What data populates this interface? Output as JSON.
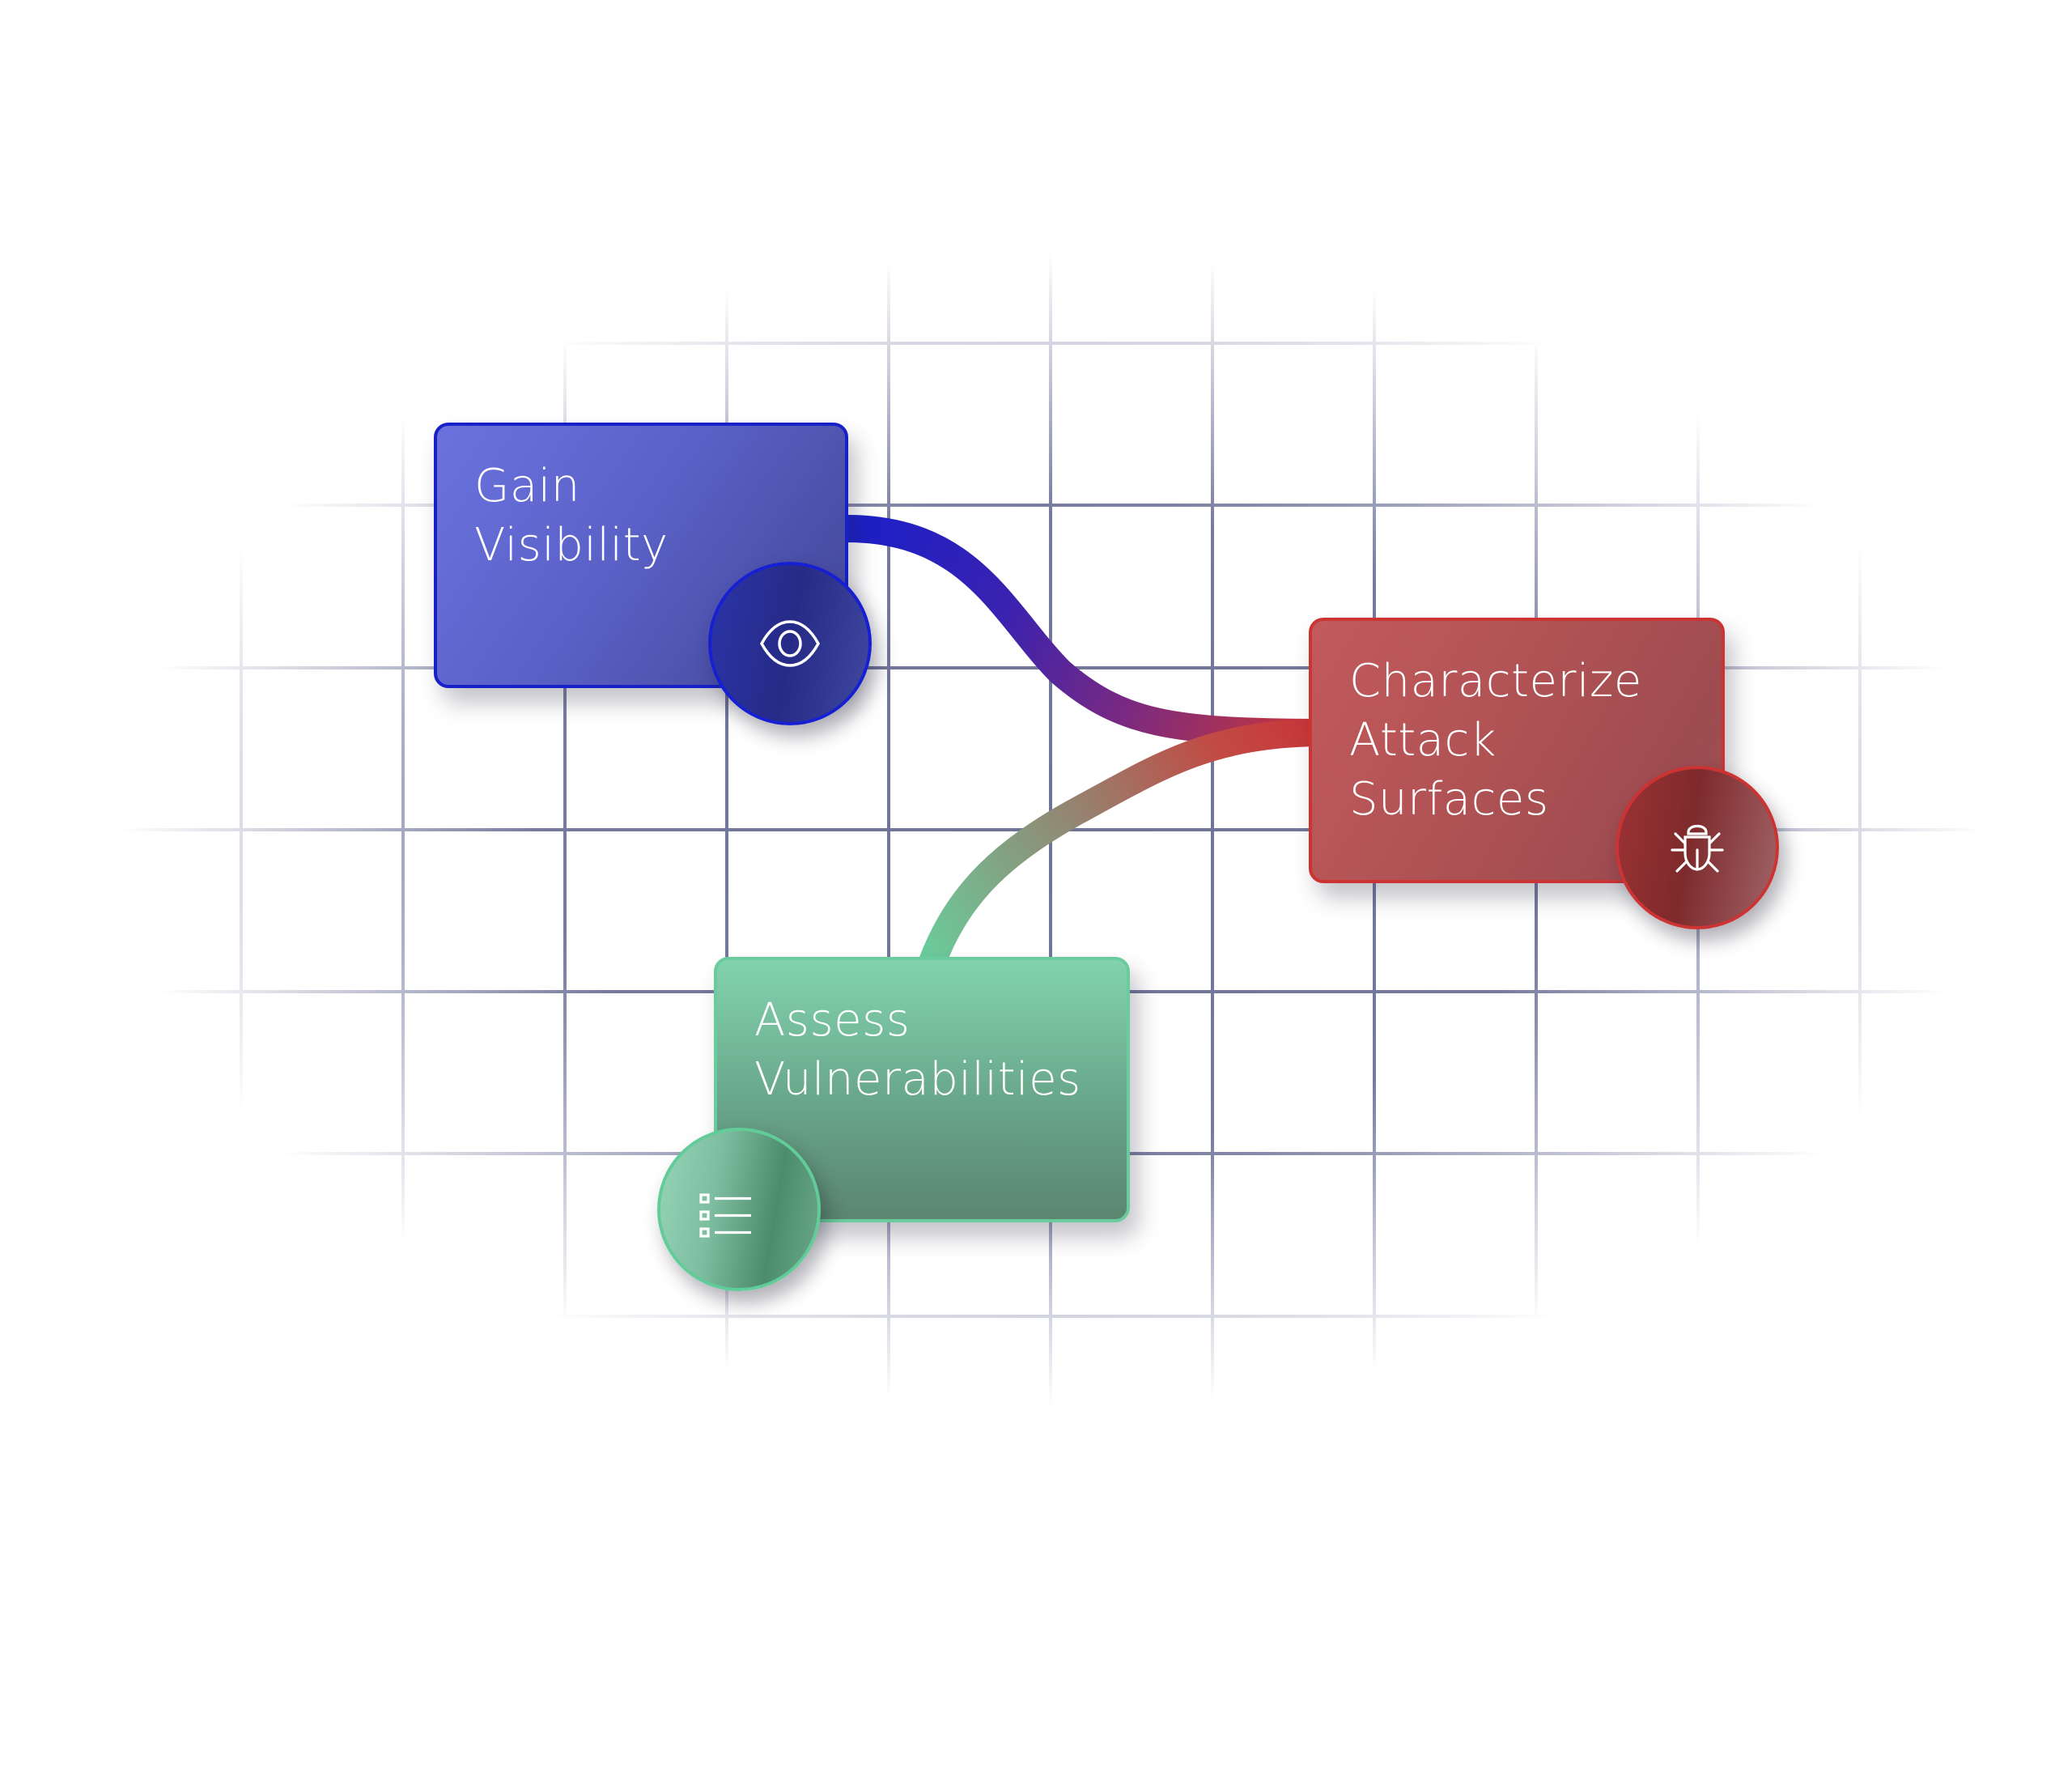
{
  "diagram": {
    "nodes": [
      {
        "id": "gain-visibility",
        "title_lines": [
          "Gain",
          "Visibility"
        ],
        "icon": "eye-icon",
        "color": "#1820c8"
      },
      {
        "id": "characterize-attack-surfaces",
        "title_lines": [
          "Characterize",
          "Attack",
          "Surfaces"
        ],
        "icon": "bug-icon",
        "color": "#cc3434"
      },
      {
        "id": "assess-vulnerabilities",
        "title_lines": [
          "Assess",
          "Vulnerabilities"
        ],
        "icon": "checklist-icon",
        "color": "#6acc9c"
      }
    ],
    "edges": [
      {
        "from": "gain-visibility",
        "to": "characterize-attack-surfaces",
        "gradient": [
          "#1a1fc9",
          "#6a2a86",
          "#c8373a"
        ]
      },
      {
        "from": "assess-vulnerabilities",
        "to": "characterize-attack-surfaces",
        "gradient": [
          "#6bcb9b",
          "#9a7d6a",
          "#c8373a"
        ]
      }
    ],
    "background": {
      "grid_color": "#6e7399",
      "page_color": "#ffffff"
    }
  }
}
